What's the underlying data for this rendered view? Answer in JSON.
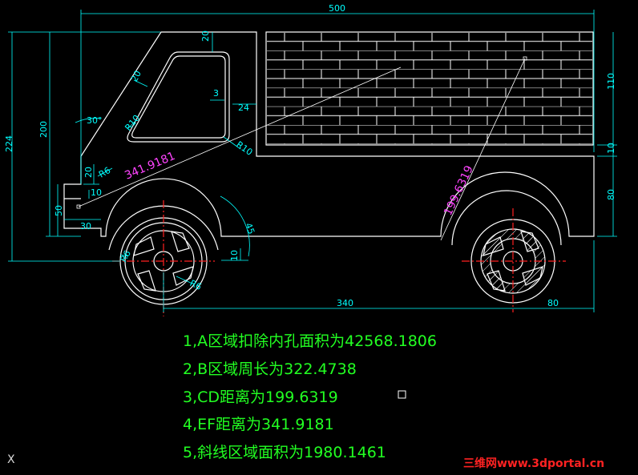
{
  "dimensions": {
    "width_500": "500",
    "height_224": "224",
    "height_200": "200",
    "roof_20": "20",
    "window_20": "20",
    "r10_a": "R10",
    "r10_b": "R10",
    "small_3": "3",
    "small_24": "24",
    "angle_30": "30°",
    "bump_20": "20",
    "r6_a": "R6",
    "small_10": "10",
    "bumper_50": "50",
    "bumper_30": "30",
    "cargo_110": "110",
    "gap_10": "10",
    "bed_80": "80",
    "angle_45": "45",
    "arch_10": "10",
    "r6_b": "R6",
    "r6_c": "R6",
    "wheelbase_340": "340",
    "rear_80": "80"
  },
  "measurements": {
    "ef": "341.9181",
    "cd": "199.6319"
  },
  "notes": [
    "1,A区域扣除内孔面积为42568.1806",
    "2,B区域周长为322.4738",
    "3,CD距离为199.6319",
    "4,EF距离为341.9181",
    "5,斜线区域面积为1980.1461"
  ],
  "watermark": "三维网www.3dportal.cn",
  "ucs_label": "X",
  "colors": {
    "outline": "#ffffff",
    "dimension": "#00ffff",
    "measure": "#ff44ff",
    "centerline": "#ff2020",
    "note": "#22ff22"
  }
}
